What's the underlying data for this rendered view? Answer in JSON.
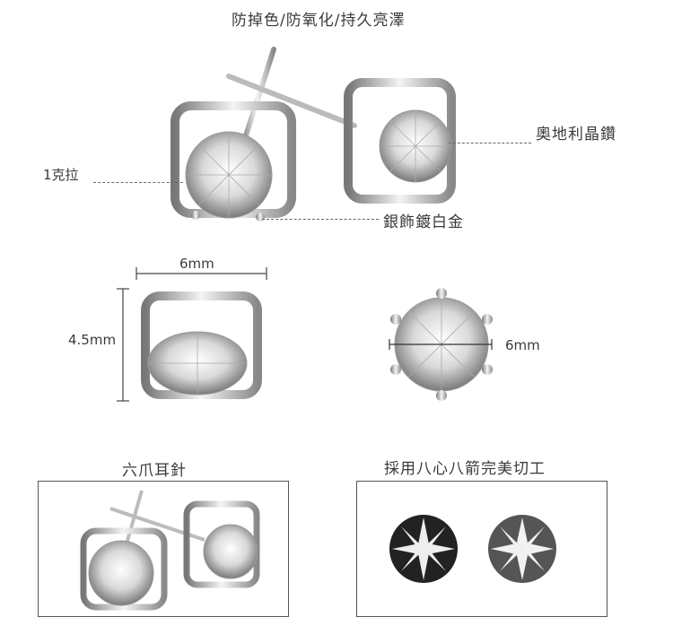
{
  "header": {
    "title": "防掉色/防氧化/持久亮澤"
  },
  "callouts": {
    "crystal": "奧地利晶鑽",
    "weight": "1克拉",
    "plating": "銀飾鍍白金"
  },
  "dimensions": {
    "width": "6mm",
    "height": "4.5mm",
    "diameter": "6mm"
  },
  "panels": {
    "left_title": "六爪耳針",
    "right_title": "採用八心八箭完美切工"
  },
  "colors": {
    "metal": "#c8c8c8",
    "text": "#3a3a3a",
    "border": "#555555"
  }
}
